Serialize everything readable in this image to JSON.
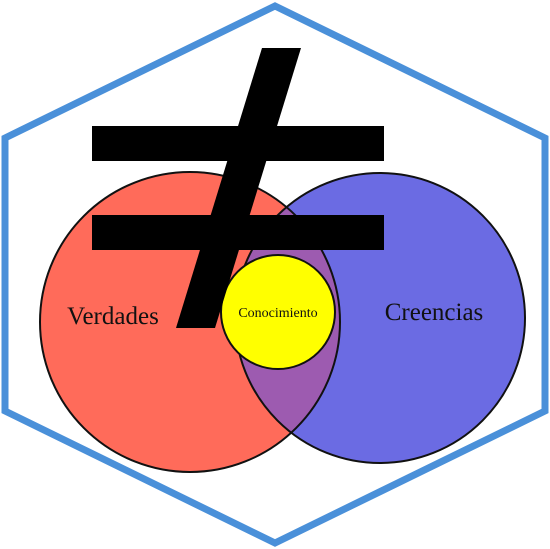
{
  "diagram": {
    "sets": [
      {
        "label": "Verdades",
        "color": "#ff6b5a"
      },
      {
        "label": "Creencias",
        "color": "#6b6be3"
      }
    ],
    "intersection": {
      "color": "#9d5bb0"
    },
    "center": {
      "label": "Conocimiento",
      "color": "#ffff00"
    },
    "symbol": {
      "name": "not-equal-icon",
      "color": "#000000"
    },
    "frame": {
      "shape": "hexagon",
      "color": "#4a90d9"
    }
  }
}
